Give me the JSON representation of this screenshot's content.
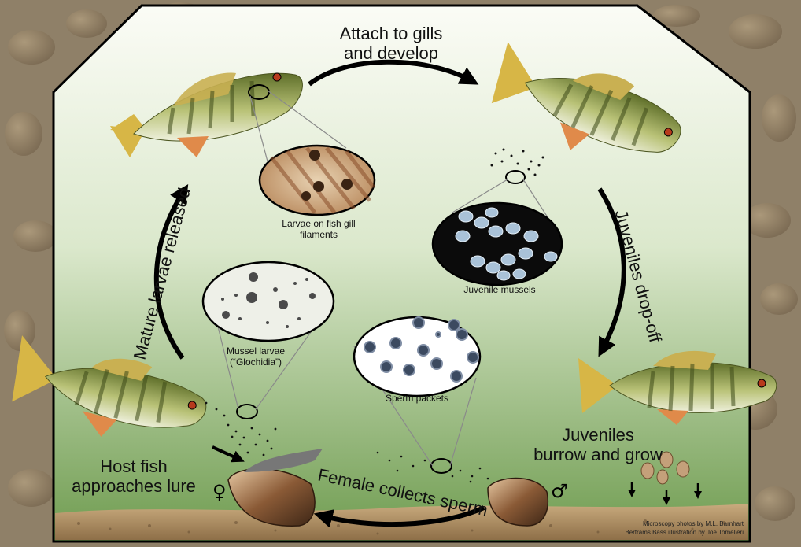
{
  "colors": {
    "river_bed": "#8a7a63",
    "panel_top": "#f5f8ee",
    "panel_bottom": "#7ea75e",
    "sand": "#b8986c",
    "arrow": "#000000",
    "fish_body": "#9aa65a",
    "fish_fin": "#d9b84a",
    "shell": "#6b4a2f"
  },
  "steps": {
    "attach": "Attach to gills\nand develop",
    "drop_off": "Juveniles drop-off",
    "burrow": "Juveniles\nburrow and grow",
    "collects": "Female collects sperm",
    "host_approaches": "Host fish\napproaches lure",
    "released": "Mature larvae released"
  },
  "insets": {
    "gill_larvae": "Larvae on fish gill\nfilaments",
    "juvenile_mussels": "Juvenile mussels",
    "mussel_larvae": "Mussel larvae\n(“Glochidia”)",
    "sperm_packets": "Sperm packets"
  },
  "symbols": {
    "female": "♀",
    "male": "♂"
  },
  "credits": {
    "line1": "Microscopy photos by M.L. Barnhart",
    "line2": "Bertrams Bass illustration by Joe Tomelleri"
  }
}
